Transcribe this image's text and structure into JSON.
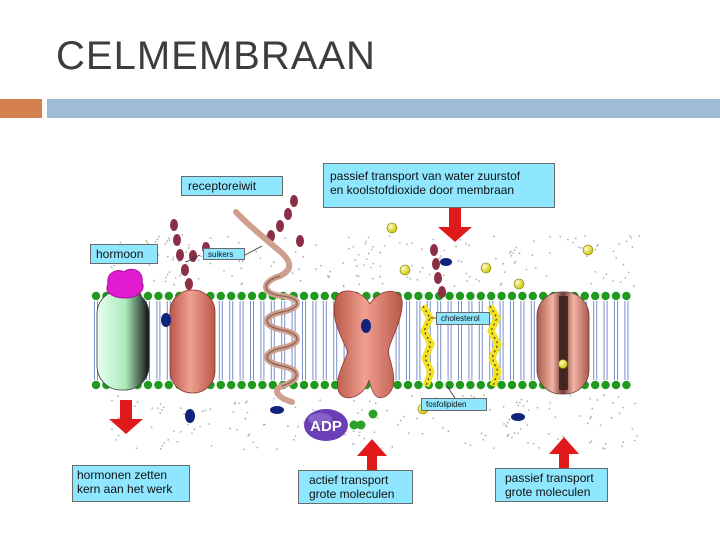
{
  "slide": {
    "title": "CELMEMBRAAN"
  },
  "colors": {
    "accent_orange": "#d6804f",
    "accent_blue": "#9fbcd6",
    "label_bg": "#8fe6ff",
    "arrow": "#e01a1a",
    "phospholipid_head": "#1f9a1f",
    "tail": "#7c8fc9",
    "protein": "#e38a7a",
    "cholesterol": "#f2e221",
    "sugar_chain": "#8b2f47",
    "hormone": "#e21bd1",
    "green_protein": "#b8f2c6",
    "adp": "#6a3fb5"
  },
  "diagram": {
    "labels": {
      "receptor": "receptoreiwit",
      "passive_gas": "passief transport van water zuurstof\nen koolstofdioxide door membraan",
      "hormone": "hormoon",
      "sugars": "suikers",
      "cholesterol": "cholesterol",
      "phospholipids": "fosfolipiden",
      "adp": "ADP",
      "hormone_effect": "hormonen zetten\nkern aan het werk",
      "active_transport": "actief transport\ngrote moleculen",
      "passive_large": "passief transport\ngrote moleculen"
    }
  }
}
